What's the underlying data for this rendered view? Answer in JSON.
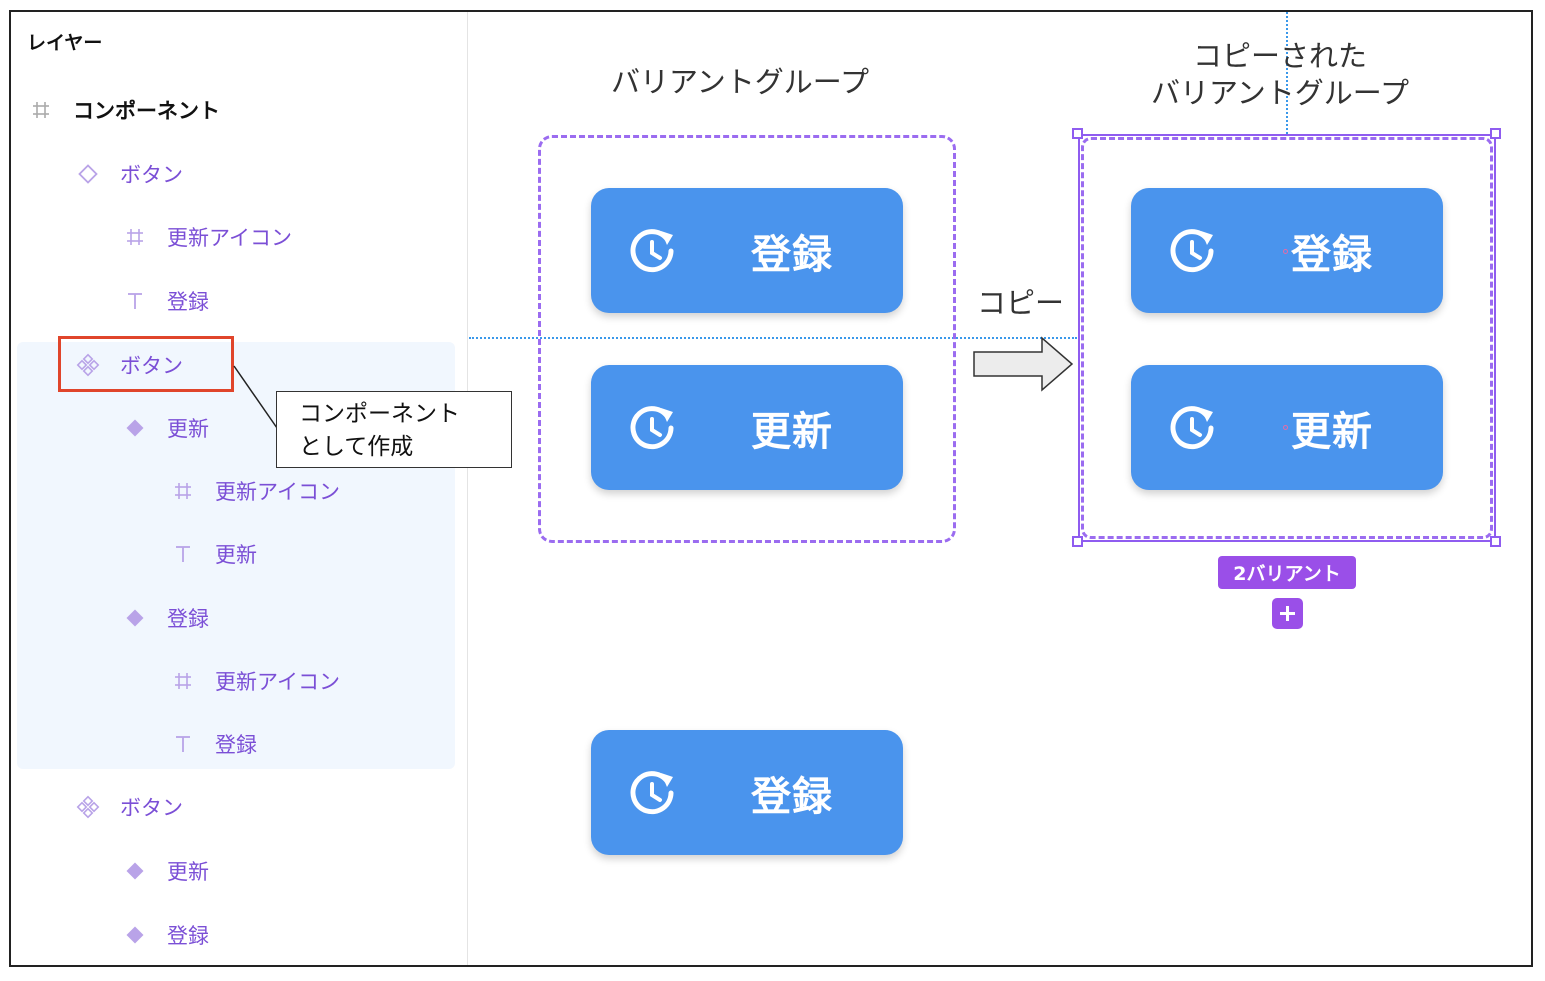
{
  "colors": {
    "accent": "#9b6cf0",
    "button_bg": "#4a94ed",
    "highlight_red": "#e0452b",
    "guide_blue": "#3a98ea",
    "layer_purple": "#7b4fd6"
  },
  "sidebar": {
    "title": "レイヤー",
    "rows": [
      {
        "label": "コンポーネント",
        "icon": "frame-hash-icon"
      },
      {
        "label": "ボタン",
        "icon": "component-outline-diamond-icon"
      },
      {
        "label": "更新アイコン",
        "icon": "frame-hash-icon"
      },
      {
        "label": "登録",
        "icon": "text-t-icon"
      },
      {
        "label": "ボタン",
        "icon": "component-set-icon"
      },
      {
        "label": "更新",
        "icon": "component-diamond-icon"
      },
      {
        "label": "更新アイコン",
        "icon": "frame-hash-icon"
      },
      {
        "label": "更新",
        "icon": "text-t-icon"
      },
      {
        "label": "登録",
        "icon": "component-diamond-icon"
      },
      {
        "label": "更新アイコン",
        "icon": "frame-hash-icon"
      },
      {
        "label": "登録",
        "icon": "text-t-icon"
      },
      {
        "label": "ボタン",
        "icon": "component-set-icon"
      },
      {
        "label": "更新",
        "icon": "component-diamond-icon"
      },
      {
        "label": "登録",
        "icon": "component-diamond-icon"
      }
    ]
  },
  "callout": {
    "line1": "コンポーネント",
    "line2": "として作成"
  },
  "canvas": {
    "variant_group_title": "バリアントグループ",
    "copied_title_line1": "コピーされた",
    "copied_title_line2": "バリアントグループ",
    "copy_label": "コピー",
    "variant_badge": "2バリアント",
    "buttons": {
      "register": "登録",
      "update": "更新"
    }
  }
}
